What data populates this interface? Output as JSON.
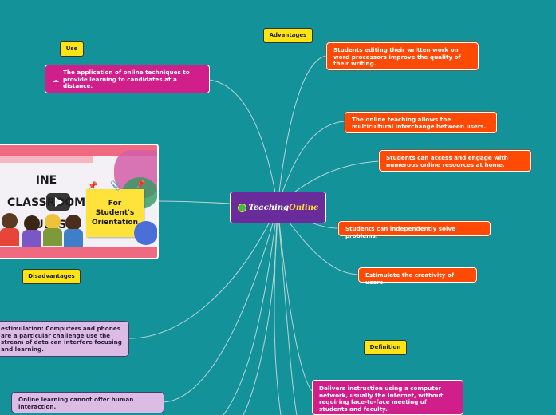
{
  "center": {
    "title_part1": "Teaching",
    "title_part2": "Online"
  },
  "labels": {
    "use": "Use",
    "advantages": "Advantages",
    "disadvantages": "Disadvantages",
    "definition": "Definition"
  },
  "use_text": "The application of online techniques to provide learning to candidates at a distance.",
  "advantages": [
    "Students editing their written work on word processors improve the quality of their writing.",
    "The online teaching allows the multicultural interchange between users.",
    "Students can access and engage with numerous online resources at home.",
    "Students can independently solve problems.",
    "Estimulate the creativity of users."
  ],
  "disadvantages": [
    "estimulation: Computers and phones are a particular challenge use the stream of data can interfere focusing and learning.",
    "Online learning cannot offer human interaction."
  ],
  "definition_text": "Delivers instruction using a computer network, usually the Internet, without requiring face-to-face meeting of students and faculty.",
  "media": {
    "title_line1": "INE CLASSROOM",
    "title_line2": "RULES",
    "sticky_note": "For Student's Orientation"
  },
  "colors": {
    "background": "#13929a",
    "advantage_node": "#ff4a05",
    "use_node": "#d01f8a",
    "disadvantage_node": "#dcbbe4",
    "label_tag": "#ffe414",
    "center_node": "#6a2c9a"
  }
}
